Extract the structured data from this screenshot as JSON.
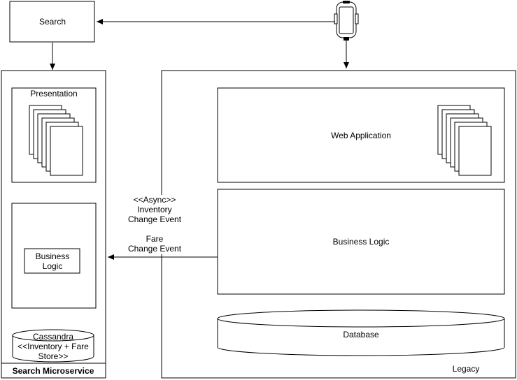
{
  "nodes": {
    "search": "Search",
    "search_microservice": "Search Microservice",
    "presentation": "Presentation",
    "business_logic_micro": [
      "Business",
      "Logic"
    ],
    "cassandra": [
      "Cassandra",
      "<<Inventory + Fare",
      "Store>>"
    ],
    "legacy": "Legacy",
    "web_application": "Web Application",
    "business_logic_legacy": "Business Logic",
    "database": "Database"
  },
  "edges": {
    "async_label": [
      "<<Async>>",
      "Inventory",
      "Change Event",
      "",
      "Fare",
      "Change Event"
    ]
  },
  "icons": {
    "client": "mobile-device-icon",
    "pages": "document-stack-icon"
  }
}
